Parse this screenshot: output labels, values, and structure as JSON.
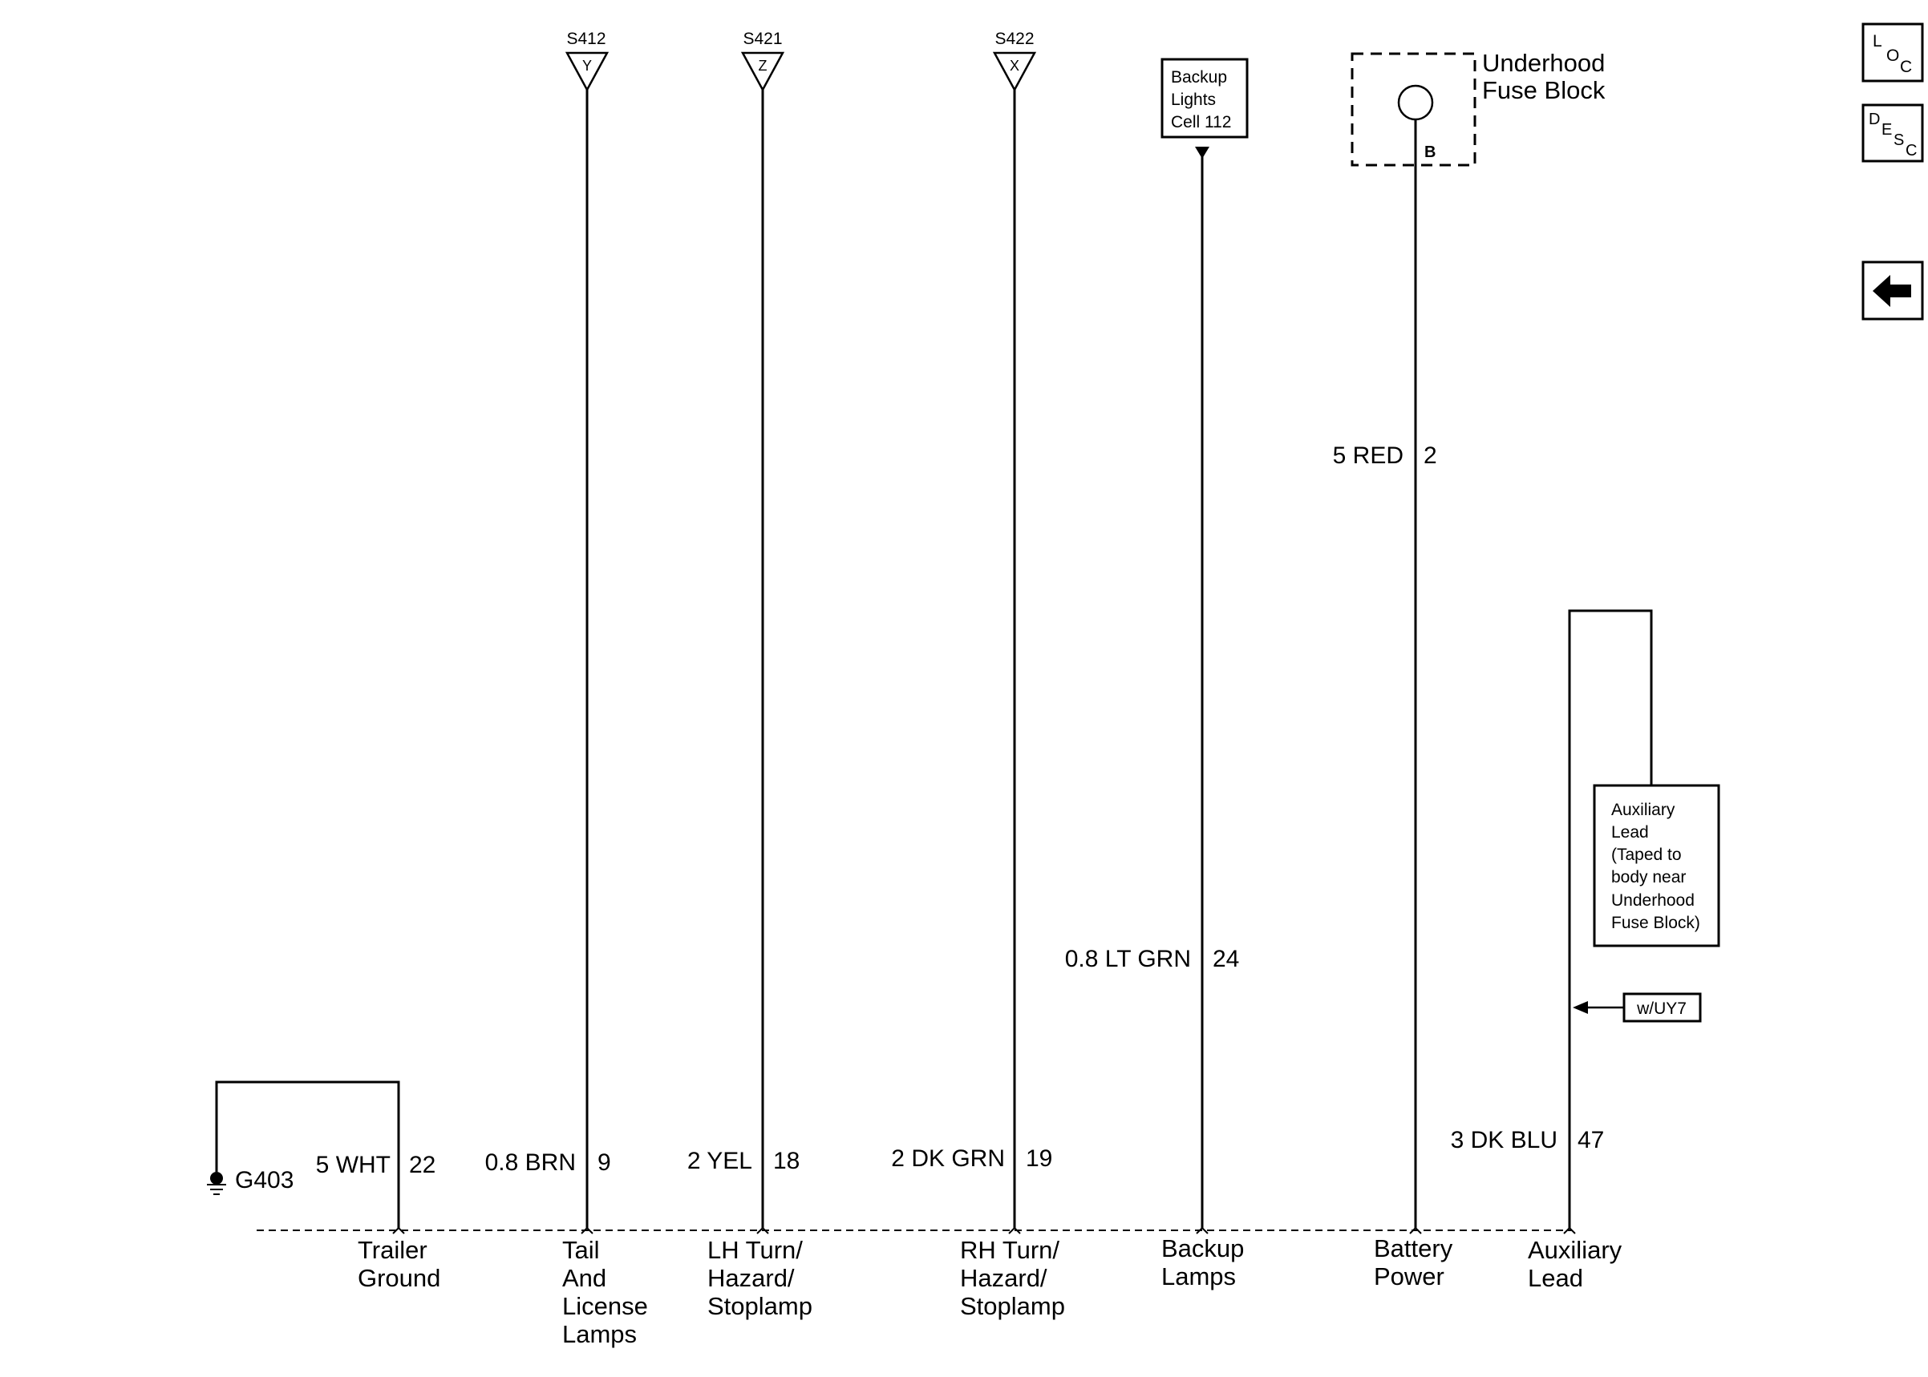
{
  "splices": [
    {
      "id": "S412",
      "letter": "Y"
    },
    {
      "id": "S421",
      "letter": "Z"
    },
    {
      "id": "S422",
      "letter": "X"
    }
  ],
  "backup_ref": [
    "Backup",
    "Lights",
    "Cell 112"
  ],
  "fuse_block": {
    "title": [
      "Underhood",
      "Fuse Block"
    ],
    "terminal": "B"
  },
  "circuits": [
    {
      "key": "trailer-ground",
      "wire": "5 WHT",
      "circuit": "22",
      "label": [
        "Trailer",
        "Ground"
      ]
    },
    {
      "key": "tail-license",
      "wire": "0.8 BRN",
      "circuit": "9",
      "label": [
        "Tail",
        "And",
        "License",
        "Lamps"
      ]
    },
    {
      "key": "lh-turn",
      "wire": "2 YEL",
      "circuit": "18",
      "label": [
        "LH Turn/",
        "Hazard/",
        "Stoplamp"
      ]
    },
    {
      "key": "rh-turn",
      "wire": "2 DK GRN",
      "circuit": "19",
      "label": [
        "RH Turn/",
        "Hazard/",
        "Stoplamp"
      ]
    },
    {
      "key": "backup-lamps",
      "wire": "0.8 LT GRN",
      "circuit": "24",
      "label": [
        "Backup",
        "Lamps"
      ]
    },
    {
      "key": "battery-power",
      "wire": "5 RED",
      "circuit": "2",
      "label": [
        "Battery",
        "Power"
      ]
    },
    {
      "key": "auxiliary-lead",
      "wire": "3 DK BLU",
      "circuit": "47",
      "label": [
        "Auxiliary",
        "Lead"
      ]
    }
  ],
  "ground": {
    "id": "G403"
  },
  "aux_note": [
    "Auxiliary",
    "Lead",
    "(Taped to",
    "body near",
    "Underhood",
    "Fuse Block)"
  ],
  "option_tag": "w/UY7",
  "nav": {
    "loc": {
      "letters": [
        "L",
        "O",
        "C"
      ]
    },
    "desc": {
      "letters": [
        "D",
        "E",
        "S",
        "C"
      ]
    },
    "back": {
      "glyph": "←"
    }
  }
}
